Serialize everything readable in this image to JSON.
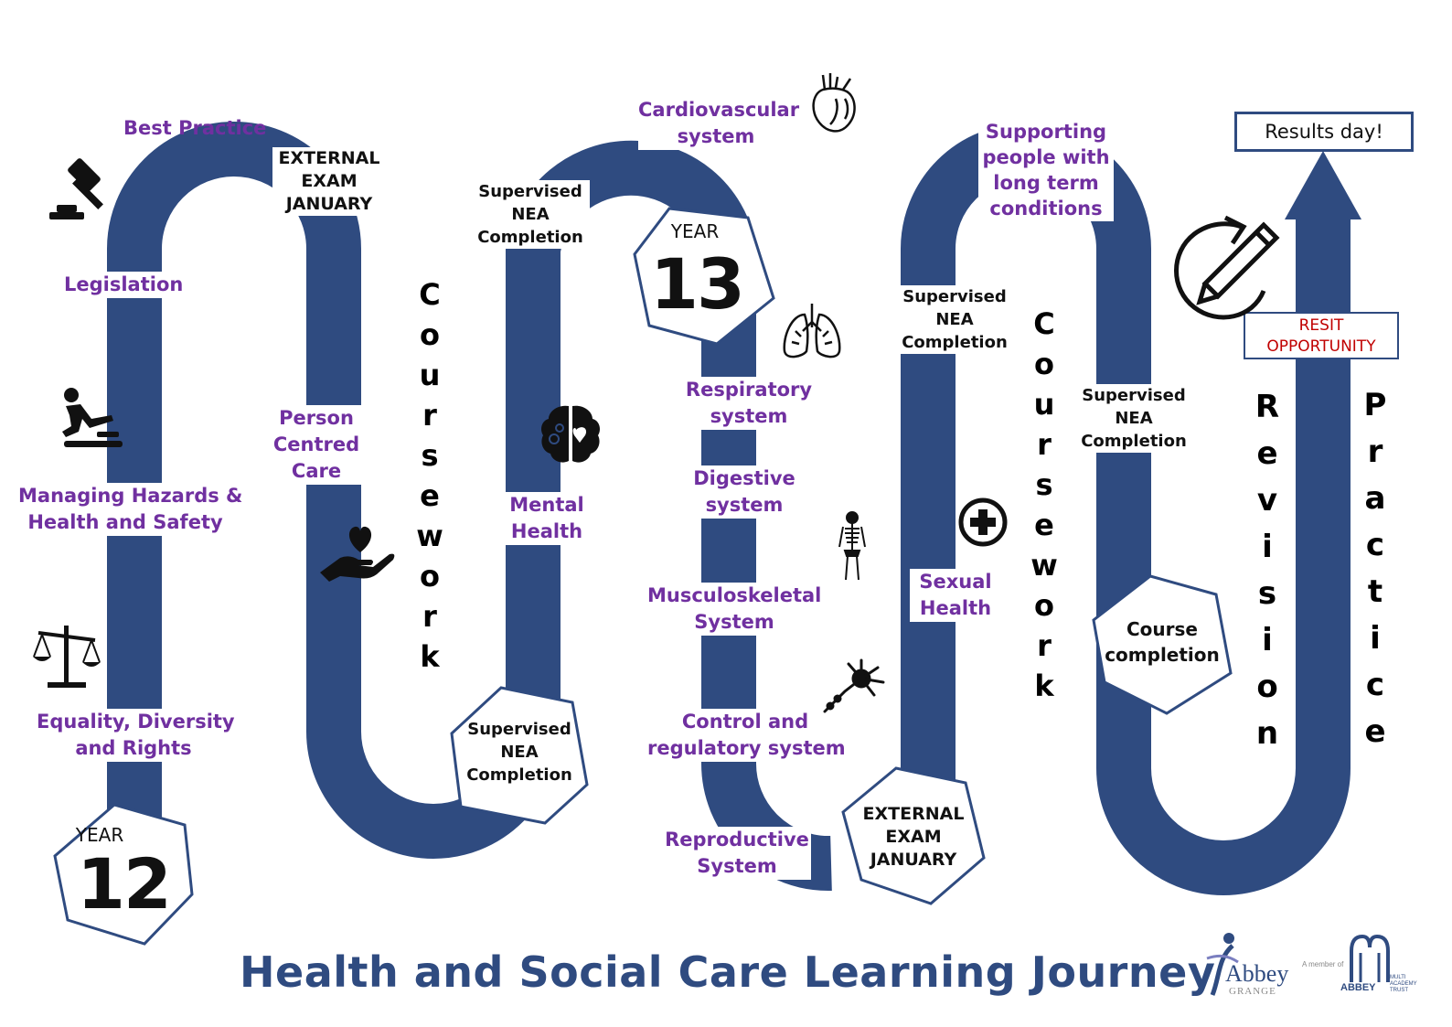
{
  "title": "Health and Social Care Learning Journey",
  "colors": {
    "road": "#2f4b80",
    "topic": "#7030a0",
    "resit": "#c00000",
    "title": "#2f4b80"
  },
  "year12": {
    "label": "YEAR",
    "number": "12"
  },
  "year13": {
    "label": "YEAR",
    "number": "13"
  },
  "topics": {
    "best_practice": "Best Practice",
    "legislation": "Legislation",
    "hazards_line1": "Managing Hazards &",
    "hazards_line2": "Health and Safety",
    "equality_line1": "Equality, Diversity",
    "equality_line2": "and Rights",
    "person_line1": "Person",
    "person_line2": "Centred",
    "person_line3": "Care",
    "mental_line1": "Mental",
    "mental_line2": "Health",
    "cardio_line1": "Cardiovascular",
    "cardio_line2": "system",
    "resp_line1": "Respiratory",
    "resp_line2": "system",
    "digest_line1": "Digestive",
    "digest_line2": "system",
    "musculo_line1": "Musculoskeletal",
    "musculo_line2": "System",
    "control_line1": "Control and",
    "control_line2": "regulatory system",
    "repro_line1": "Reproductive",
    "repro_line2": "System",
    "sexual_line1": "Sexual",
    "sexual_line2": "Health",
    "supporting_line1": "Supporting",
    "supporting_line2": "people with",
    "supporting_line3": "long term",
    "supporting_line4": "conditions"
  },
  "milestones": {
    "external_exam_1": {
      "line1": "EXTERNAL",
      "line2": "EXAM",
      "line3": "JANUARY"
    },
    "external_exam_2": {
      "line1": "EXTERNAL",
      "line2": "EXAM",
      "line3": "JANUARY"
    },
    "nea_1": {
      "line1": "Supervised",
      "line2": "NEA",
      "line3": "Completion"
    },
    "nea_2": {
      "line1": "Supervised",
      "line2": "NEA",
      "line3": "Completion"
    },
    "nea_3": {
      "line1": "Supervised",
      "line2": "NEA",
      "line3": "Completion"
    },
    "nea_4": {
      "line1": "Supervised",
      "line2": "NEA",
      "line3": "Completion"
    },
    "course_completion": {
      "line1": "Course",
      "line2": "completion"
    },
    "results_day": "Results day!",
    "resit": {
      "line1": "RESIT",
      "line2": "OPPORTUNITY"
    }
  },
  "vertical_words": {
    "coursework_1": "C\no\nu\nr\ns\ne\nw\no\nr\nk",
    "coursework_2": "C\no\nu\nr\ns\ne\nw\no\nr\nk",
    "revision": "R\ne\nv\ni\ns\ni\no\nn",
    "practice": "P\nr\na\nc\nt\ni\nc\ne"
  },
  "icons": [
    "gavel-icon",
    "slip-hazard-icon",
    "scales-icon",
    "heart-hand-icon",
    "brain-icon",
    "heart-organ-icon",
    "lungs-icon",
    "skeleton-icon",
    "neuron-icon",
    "medical-cross-icon",
    "pencil-refresh-icon"
  ],
  "logos": {
    "abbey_grange_word": "Abbey",
    "abbey_grange_sub": "GRANGE",
    "member_of": "A member of",
    "trust_word": "ABBEY",
    "trust_sub1": "MULTI",
    "trust_sub2": "ACADEMY",
    "trust_sub3": "TRUST"
  }
}
